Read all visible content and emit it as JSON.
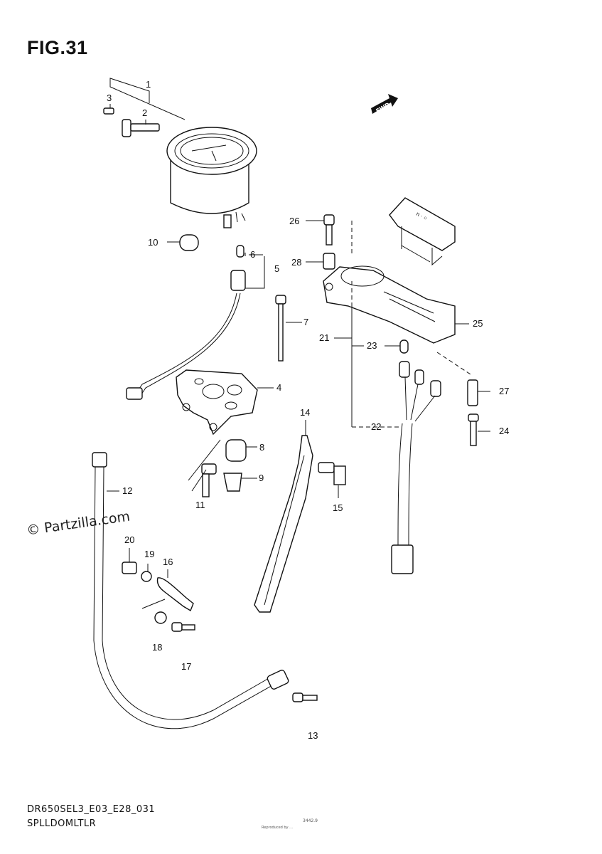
{
  "title": "FIG.31",
  "fwd_label": "FWD",
  "watermark": "© Partzilla.com",
  "footer": {
    "code": "DR650SEL3_E03_E28_031",
    "name": "SPLLDOMLTLR",
    "small_code": "3442.9",
    "small_copyright": "Reproduced by ..."
  },
  "callouts": [
    {
      "id": "c1",
      "label": "1"
    },
    {
      "id": "c2",
      "label": "2"
    },
    {
      "id": "c3",
      "label": "3"
    },
    {
      "id": "c4",
      "label": "4"
    },
    {
      "id": "c5",
      "label": "5"
    },
    {
      "id": "c6",
      "label": "6"
    },
    {
      "id": "c7",
      "label": "7"
    },
    {
      "id": "c8",
      "label": "8"
    },
    {
      "id": "c9",
      "label": "9"
    },
    {
      "id": "c10",
      "label": "10"
    },
    {
      "id": "c11",
      "label": "11"
    },
    {
      "id": "c12",
      "label": "12"
    },
    {
      "id": "c13",
      "label": "13"
    },
    {
      "id": "c14",
      "label": "14"
    },
    {
      "id": "c15",
      "label": "15"
    },
    {
      "id": "c16",
      "label": "16"
    },
    {
      "id": "c17",
      "label": "17"
    },
    {
      "id": "c18",
      "label": "18"
    },
    {
      "id": "c19",
      "label": "19"
    },
    {
      "id": "c20",
      "label": "20"
    },
    {
      "id": "c21",
      "label": "21"
    },
    {
      "id": "c22",
      "label": "22"
    },
    {
      "id": "c23",
      "label": "23"
    },
    {
      "id": "c24",
      "label": "24"
    },
    {
      "id": "c25",
      "label": "25"
    },
    {
      "id": "c26",
      "label": "26"
    },
    {
      "id": "c27",
      "label": "27"
    },
    {
      "id": "c28",
      "label": "28"
    }
  ]
}
